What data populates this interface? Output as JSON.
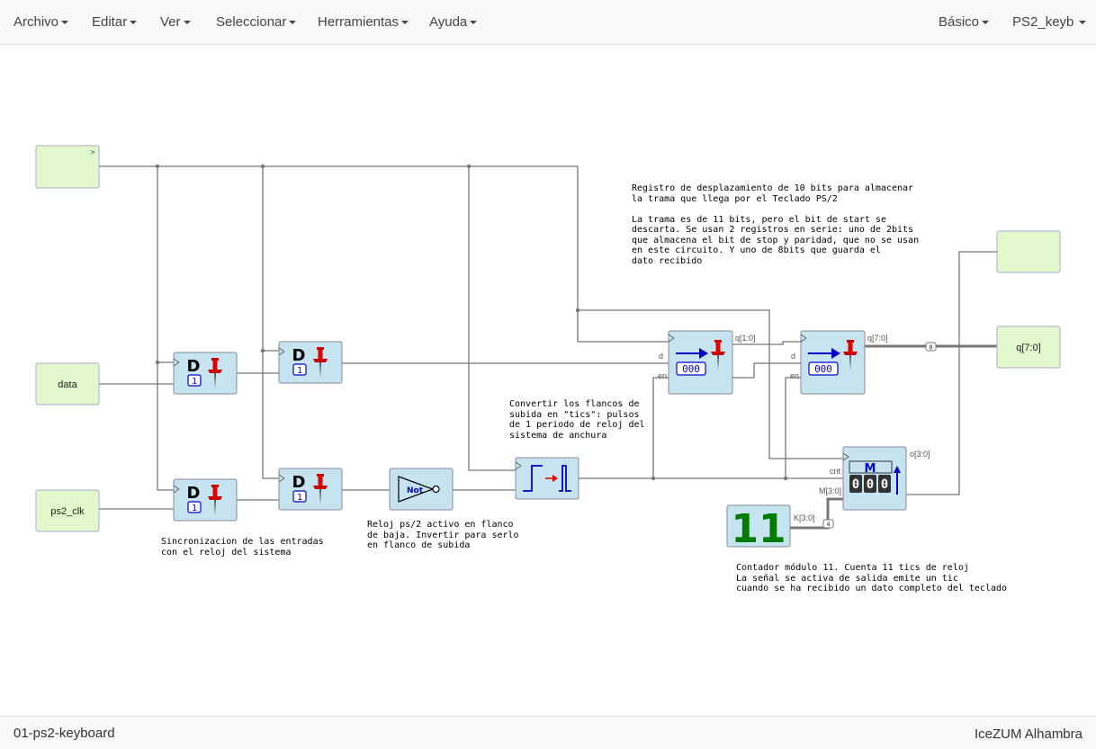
{
  "menu": {
    "left": [
      {
        "id": "archivo",
        "label": "Archivo"
      },
      {
        "id": "editar",
        "label": "Editar"
      },
      {
        "id": "ver",
        "label": "Ver"
      },
      {
        "id": "seleccionar",
        "label": "Seleccionar"
      },
      {
        "id": "herramientas",
        "label": "Herramientas"
      },
      {
        "id": "ayuda",
        "label": "Ayuda"
      }
    ],
    "right": [
      {
        "id": "basico",
        "label": "Básico"
      },
      {
        "id": "ps2keyb",
        "label": "PS2_keyb"
      }
    ]
  },
  "blocks": {
    "clk_input_symbol": ">",
    "input_data": "data",
    "input_ps2clk": "ps2_clk",
    "output_q": "q[7:0]",
    "dff_letter": "D",
    "dff_init": "1",
    "not_label": "Not",
    "shift_out": "q[1:0]",
    "shift2_out": "q[7:0]",
    "port_d": "d",
    "port_en": "en",
    "shift_init": "000",
    "counter_letter": "M",
    "counter_cnt": "cnt",
    "counter_m": "M[3:0]",
    "counter_out": "o[3:0]",
    "counter_digits": [
      "0",
      "0",
      "0"
    ],
    "const_value": "11",
    "const_port": "K[3:0]",
    "bus_width_8": "8",
    "bus_width_4": "4"
  },
  "notes": {
    "register": "Registro de desplazamiento de 10 bits para almacenar\nla trama que llega por el Teclado PS/2\n\nLa trama es de 11 bits, pero el bit de start se\ndescarta. Se usan 2 registros en serie: uno de 2bits\nque almacena el bit de stop y paridad, que no se usan\nen este circuito. Y uno de 8bits que guarda el\ndato recibido",
    "edges": "Convertir los flancos de\nsubida en \"tics\": pulsos\nde 1 periodo de reloj del\nsistema de anchura",
    "sync": "Sincronizacion de las entradas\ncon el reloj del sistema",
    "clock": "Reloj ps/2 activo en flanco\nde baja. Invertir para serlo\nen flanco de subida",
    "counter": "Contador módulo 11. Cuenta 11 tics de reloj\nLa señal se activa de salida emite un tic\ncuando se ha recibido un dato completo del teclado"
  },
  "status": {
    "left": "01-ps2-keyboard",
    "right": "IceZUM Alhambra"
  },
  "colors": {
    "input_fill": "#e1f8cc",
    "block_fill": "#c6e3f0",
    "wire": "#777777",
    "pin_red": "#e00000",
    "const_green": "#007a00"
  }
}
